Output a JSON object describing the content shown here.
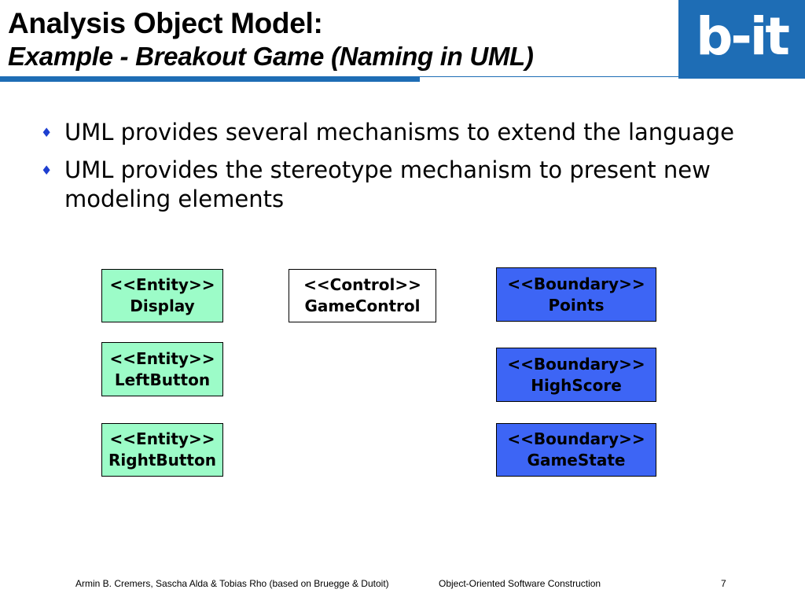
{
  "header": {
    "title_line1": "Analysis Object Model:",
    "title_line2": "Example - Breakout Game (Naming in UML)",
    "logo_text": "b-it"
  },
  "bullets": [
    {
      "marker": "♦",
      "text": "UML provides several mechanisms to extend the language"
    },
    {
      "marker": "♦",
      "text": "UML provides the stereotype mechanism to present new modeling elements"
    }
  ],
  "boxes": {
    "display": {
      "stereotype": "<<Entity>>",
      "name": "Display"
    },
    "left_button": {
      "stereotype": "<<Entity>>",
      "name": "LeftButton"
    },
    "right_button": {
      "stereotype": "<<Entity>>",
      "name": "RightButton"
    },
    "game_control": {
      "stereotype": "<<Control>>",
      "name": "GameControl"
    },
    "points": {
      "stereotype": "<<Boundary>>",
      "name": "Points"
    },
    "high_score": {
      "stereotype": "<<Boundary>>",
      "name": "HighScore"
    },
    "game_state": {
      "stereotype": "<<Boundary>>",
      "name": "GameState"
    }
  },
  "footer": {
    "authors": "Armin B. Cremers, Sascha Alda & Tobias Rho (based on Bruegge & Dutoit)",
    "course": "Object-Oriented Software Construction",
    "page_number": "7"
  },
  "colors": {
    "brand_blue": "#1e6db5",
    "bullet_blue": "#1e3fd0",
    "entity_fill": "#9cfcc8",
    "control_fill": "#ffffff",
    "boundary_fill": "#3d65f5"
  },
  "icons": {
    "bullet_marker": "diamond-icon"
  }
}
